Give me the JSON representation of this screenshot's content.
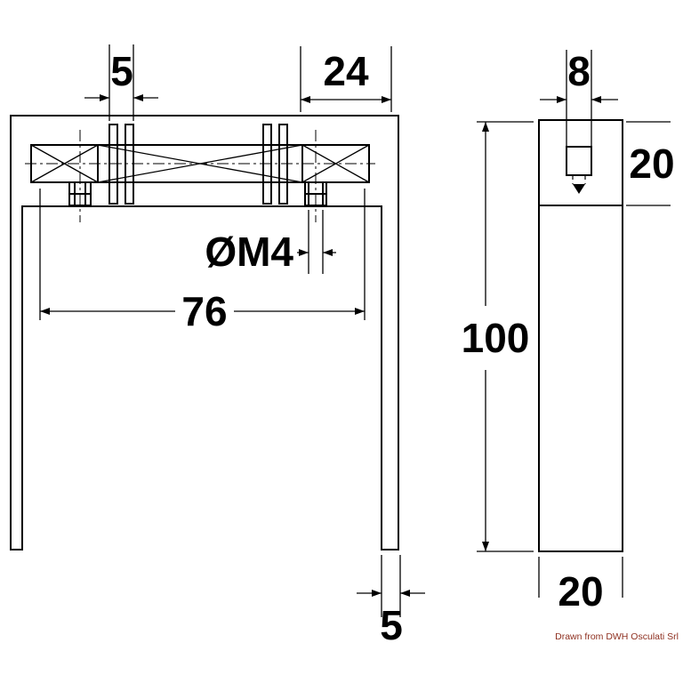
{
  "front_view": {
    "flange_thickness_mm": "5",
    "end_section_width_mm": "24",
    "thread_callout": "ØM4",
    "mount_span_mm": "76",
    "handle_thickness_mm": "5"
  },
  "side_view": {
    "hole_width_mm": "8",
    "mount_depth_mm": "20",
    "overall_height_mm": "100",
    "profile_width_mm": "20"
  },
  "credit": "Drawn from DWH Osculati Srl",
  "colors": {
    "line": "#000000",
    "credit": "#8e2f1f",
    "background": "#ffffff"
  }
}
